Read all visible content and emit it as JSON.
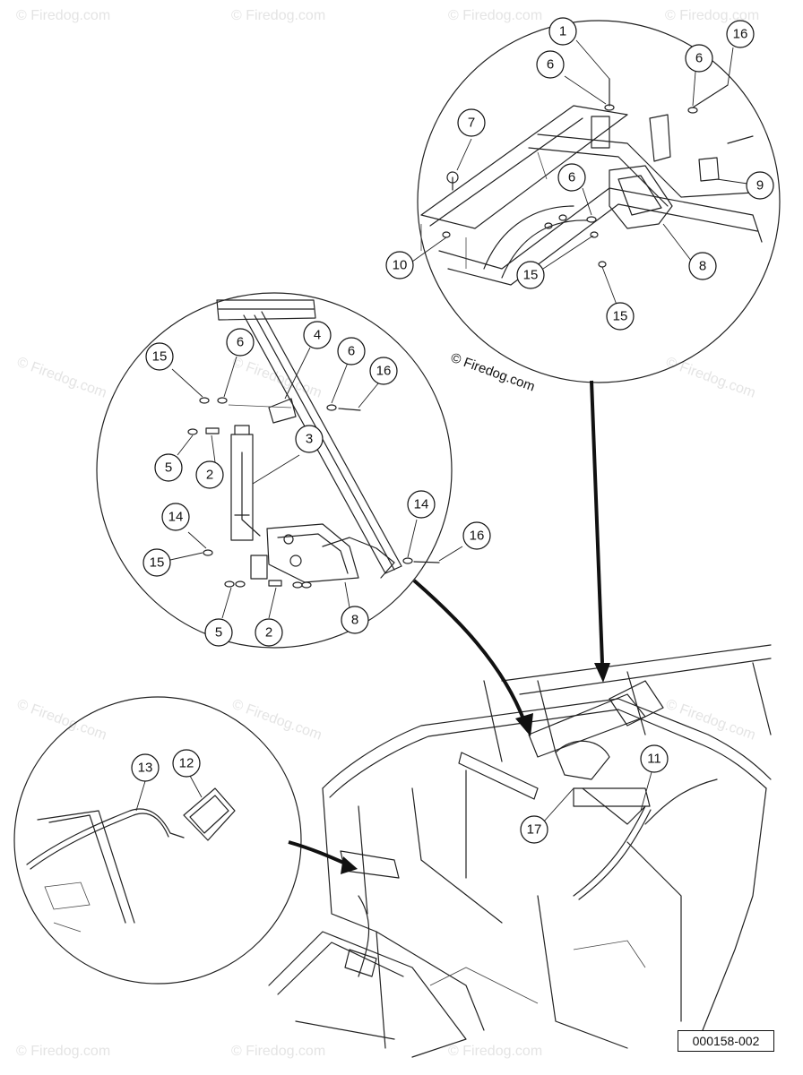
{
  "watermark": "© Firedog.com",
  "copyright": "© Firedog.com",
  "part_code": "000158-002",
  "callouts": {
    "top": [
      "1",
      "6",
      "16",
      "6",
      "7",
      "6",
      "9",
      "10",
      "15",
      "8",
      "15"
    ],
    "middle": [
      "15",
      "6",
      "4",
      "6",
      "16",
      "3",
      "5",
      "2",
      "14",
      "14",
      "16",
      "15",
      "5",
      "2",
      "8"
    ],
    "lower": [
      "13",
      "12",
      "11",
      "17"
    ]
  },
  "colors": {
    "line": "#222222",
    "watermark": "#e4e4e4",
    "background": "#ffffff"
  }
}
